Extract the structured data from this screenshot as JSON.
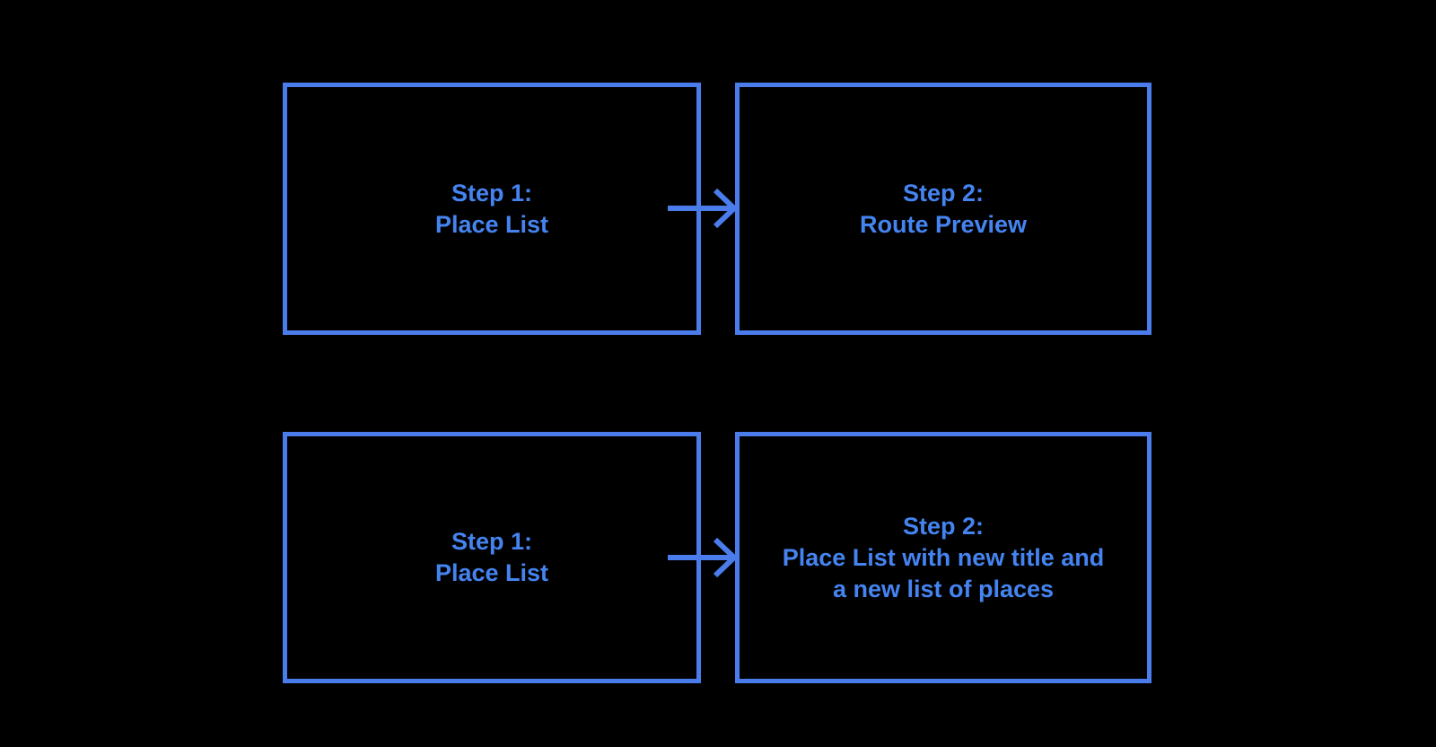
{
  "colors": {
    "background": "#000000",
    "accent_line": "#4A7DEB",
    "accent_text": "#4584F0"
  },
  "diagram": {
    "type": "flow",
    "boxes": [
      {
        "id": "step1-top",
        "lines": [
          "Step 1:",
          "Place List"
        ]
      },
      {
        "id": "step2-top",
        "lines": [
          "Step 2:",
          "Route Preview"
        ]
      },
      {
        "id": "step1-bottom",
        "lines": [
          "Step 1:",
          "Place List"
        ]
      },
      {
        "id": "step2-bottom",
        "lines": [
          "Step 2:",
          "Place List with new title and",
          "a new list of places"
        ]
      }
    ],
    "connections": [
      {
        "from": "step1-top",
        "to": "step2-top",
        "style": "arrow-right"
      },
      {
        "from": "step1-bottom",
        "to": "step2-bottom",
        "style": "arrow-right"
      }
    ]
  }
}
